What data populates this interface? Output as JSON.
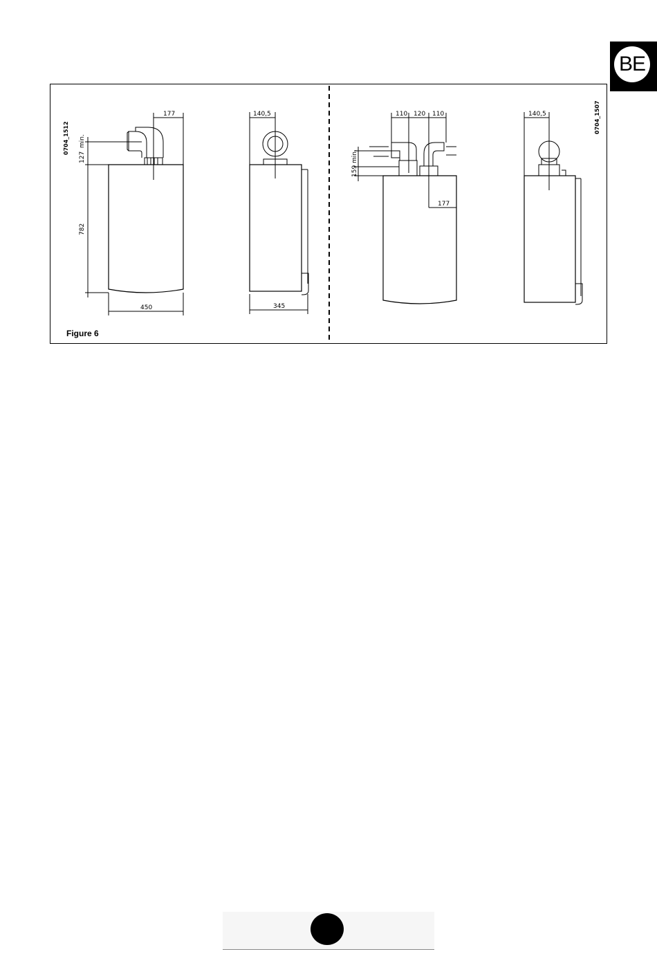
{
  "badge": {
    "label": "BE"
  },
  "figure": {
    "caption": "Figure 6",
    "left_code": "0704_1512",
    "right_code": "0704_1507",
    "left_front": {
      "top_offset": "177",
      "min_label": "min.",
      "height_upper": "127",
      "height_body": "782",
      "width": "450"
    },
    "left_side": {
      "top_offset": "140,5",
      "depth": "345"
    },
    "right_front": {
      "spacing_a": "110",
      "spacing_b": "120",
      "spacing_c": "110",
      "min_label": "min.",
      "height_upper": "159",
      "offset": "177"
    },
    "right_side": {
      "top_offset": "140,5"
    }
  }
}
